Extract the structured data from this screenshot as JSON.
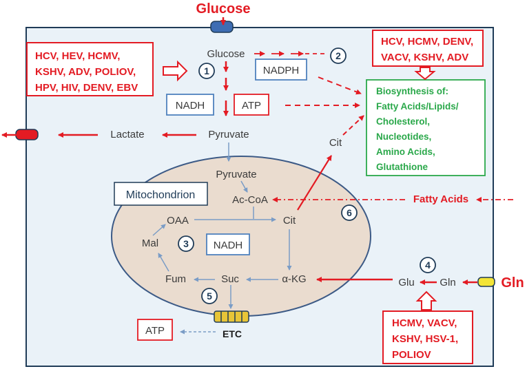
{
  "inputs": {
    "glucose_in": "Glucose",
    "gln_in": "Gln"
  },
  "metabolites": {
    "glucose": "Glucose",
    "pyruvate": "Pyruvate",
    "lactate": "Lactate",
    "mito_pyruvate": "Pyruvate",
    "accoa": "Ac-CoA",
    "cit": "Cit",
    "cit_out": "Cit",
    "oaa": "OAA",
    "mal": "Mal",
    "fum": "Fum",
    "suc": "Suc",
    "akg": "α-KG",
    "glu": "Glu",
    "gln": "Gln",
    "fatty_acids": "Fatty Acids",
    "etc": "ETC"
  },
  "cofactors": {
    "nadph": "NADPH",
    "nadh_cyto": "NADH",
    "atp_cyto": "ATP",
    "nadh_mito": "NADH",
    "atp_etc": "ATP"
  },
  "mitochondrion_label": "Mitochondrion",
  "virus_boxes": {
    "glycolysis": [
      "HCV, HEV, HCMV,",
      "KSHV, ADV, POLIOV,",
      "HPV, HIV, DENV, EBV"
    ],
    "biosynthesis": [
      "HCV, HCMV, DENV,",
      "VACV, KSHV, ADV"
    ],
    "glutamine": [
      "HCMV, VACV,",
      "KSHV, HSV-1,",
      "POLIOV"
    ]
  },
  "biosynthesis": [
    "Biosynthesis of:",
    "Fatty Acids/Lipids/",
    "Cholesterol,",
    "Nucleotides,",
    "Amino Acids,",
    "Glutathione"
  ],
  "step_numbers": [
    "1",
    "2",
    "3",
    "4",
    "5",
    "6"
  ],
  "colors": {
    "cell_fill": "#eaf2f8",
    "cell_border": "#1f3b57",
    "mito_fill": "#eadccf",
    "mito_border": "#3c5a86",
    "virus_red": "#e31b23",
    "cofactor_blue": "#4f81bd",
    "bio_green": "#2aa84a",
    "pathway_blue": "#7a9cc6"
  }
}
